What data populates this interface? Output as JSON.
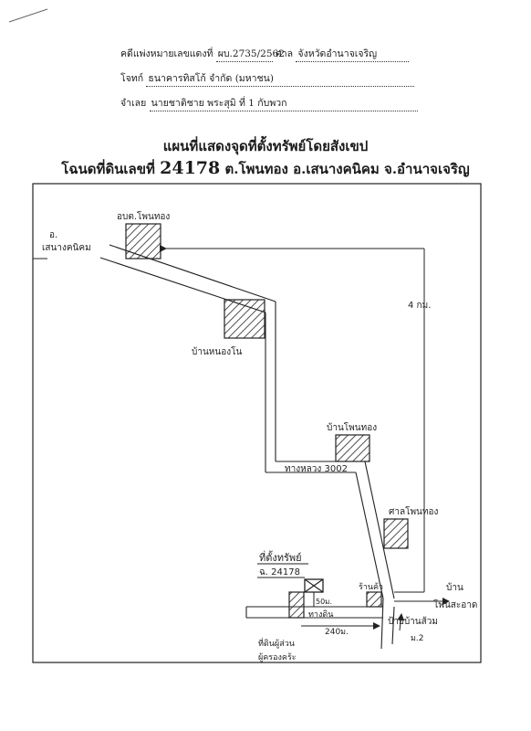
{
  "header": {
    "case_label": "คดีแพ่งหมายเลขแดงที่",
    "case_no": "ผบ.2735/2562",
    "court_label": "ศาล",
    "court": "จังหวัดอำนาจเจริญ",
    "plaintiff_label": "โจทก์",
    "plaintiff": "ธนาคารทิสโก้ จำกัด (มหาชน)",
    "defendant_label": "จำเลย",
    "defendant": "นายชาติชาย พระสุมิ ที่ 1 กับพวก"
  },
  "title": {
    "line1": "แผนที่แสดงจุดที่ตั้งทรัพย์โดยสังเขป",
    "line2_prefix": "โฉนดที่ดินเลขที่",
    "deed_no": "24178",
    "line2_suffix": "ต.โพนทอง อ.เสนางคนิคม จ.อำนาจเจริญ"
  },
  "map": {
    "labels": {
      "district_to_1": "อ.",
      "district_to_2": "เสนางคนิคม",
      "sao": "อบต.โพนทอง",
      "ban_nong_no": "บ้านหนองโน",
      "ban_phon_thong": "บ้านโพนทอง",
      "road": "ทางหลวง 3002",
      "sala": "ศาลโพนทอง",
      "distance_4km": "4 กม.",
      "ban_right_1": "บ้าน",
      "ban_right_2": "โพนสะอาด",
      "property_1": "ที่ตั้งทรัพย์",
      "property_2": "ฉ. 24178",
      "dist_50": "50ม.",
      "dirt_road": "ทางดิน",
      "dist_240": "240ม.",
      "shop": "ร้านค้า",
      "sign_1": "ป้ายบ้านส้วม",
      "sign_2": "ม.2",
      "land_owner_1": "ที่ดินผู้ส่วน",
      "land_owner_2": "ผู้ครองคร้ะ"
    }
  }
}
